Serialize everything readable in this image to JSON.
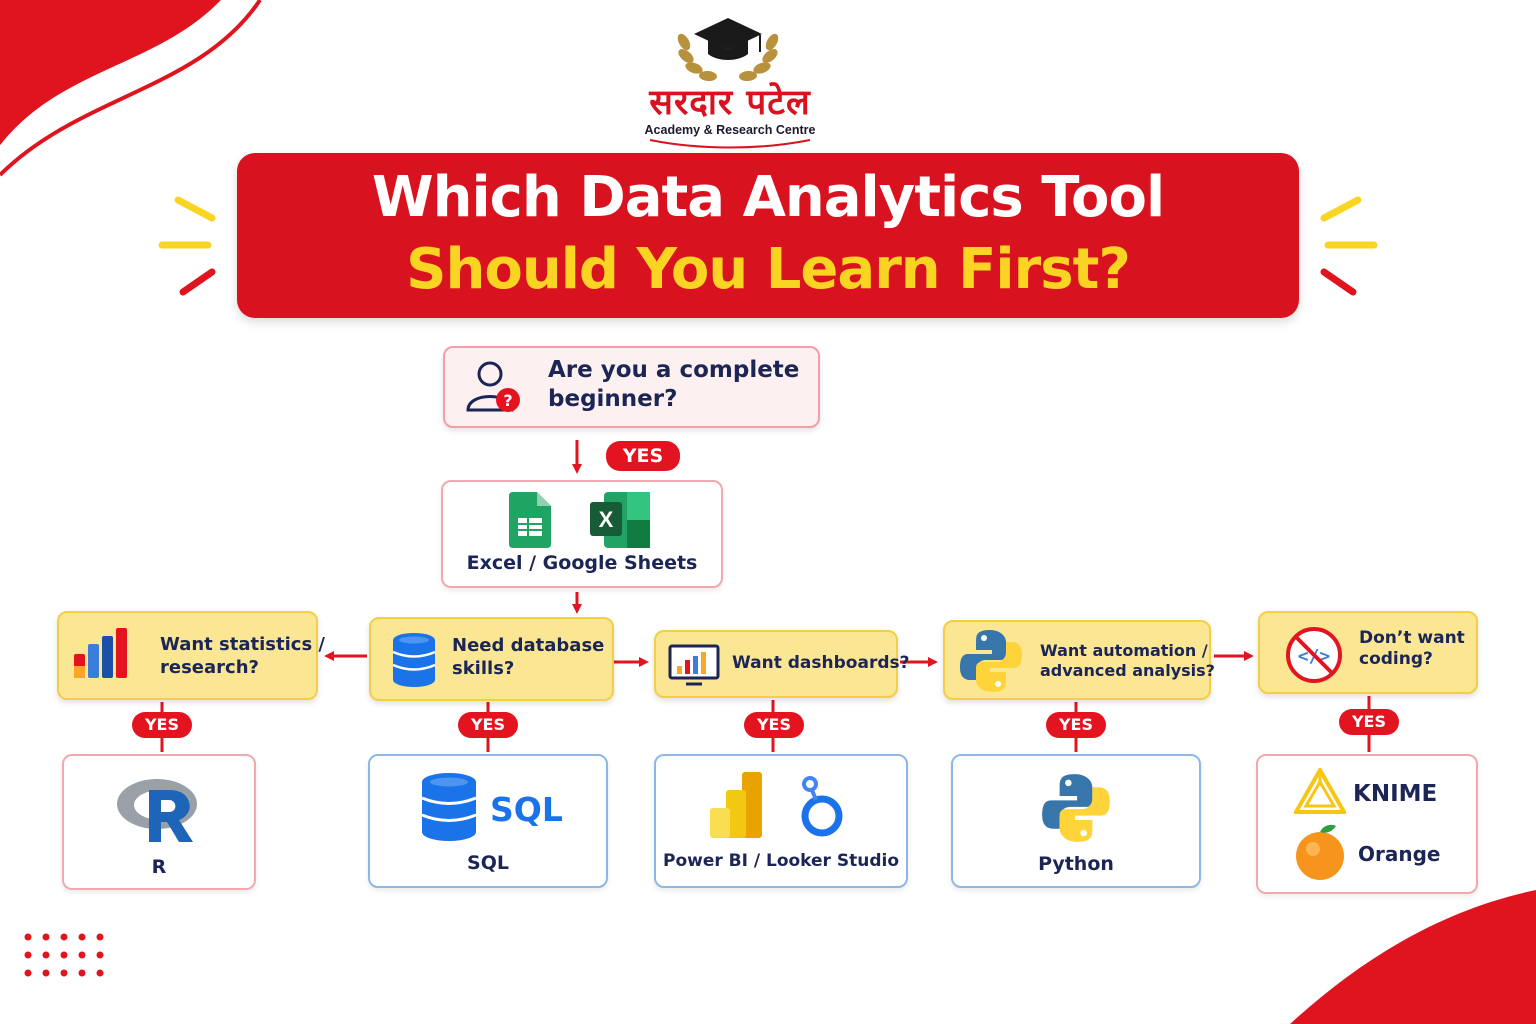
{
  "logo": {
    "hindi": "सरदार पटेल",
    "subtitle": "Academy & Research Centre"
  },
  "title": {
    "line1": "Which Data Analytics Tool",
    "line2": "Should You Learn First?"
  },
  "start": {
    "question": "Are you a complete beginner?",
    "line1": "Are you a complete",
    "line2": "beginner?",
    "answer": "YES"
  },
  "first_tool": {
    "label": "Excel / Google Sheets"
  },
  "branches": [
    {
      "q1": "Want statistics /",
      "q2": "research?",
      "answer": "YES",
      "tool": "R"
    },
    {
      "q1": "Need database",
      "q2": "skills?",
      "answer": "YES",
      "tool": "SQL",
      "logo_text": "SQL"
    },
    {
      "q1": "Want dashboards?",
      "q2": "",
      "answer": "YES",
      "tool": "Power BI / Looker Studio"
    },
    {
      "q1": "Want automation /",
      "q2": "advanced analysis?",
      "answer": "YES",
      "tool": "Python"
    },
    {
      "q1": "Don’t want",
      "q2": "coding?",
      "answer": "YES",
      "tool1": "KNIME",
      "tool2": "Orange"
    }
  ],
  "colors": {
    "brand_red": "#d9121f",
    "accent_yellow": "#f9d423",
    "navy_text": "#1b2556",
    "yellow_box": "#fbe694",
    "blue_border": "#8cb8e8"
  }
}
